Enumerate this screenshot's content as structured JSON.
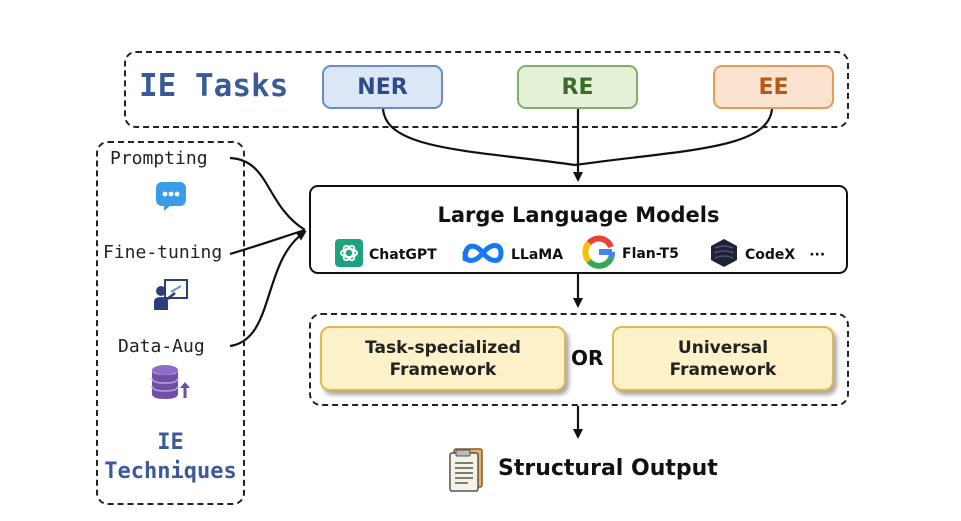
{
  "ie_tasks": {
    "title": "IE Tasks",
    "items": [
      {
        "label": "NER",
        "fill": "#dbe6f7",
        "border": "#6a8ccc",
        "text": "#2d4b8a"
      },
      {
        "label": "RE",
        "fill": "#e3f2d6",
        "border": "#7fb069",
        "text": "#3c6b28"
      },
      {
        "label": "EE",
        "fill": "#fbe3d0",
        "border": "#e89a5c",
        "text": "#b65a18"
      }
    ]
  },
  "ie_techniques": {
    "title_line1": "IE",
    "title_line2": "Techniques",
    "items": [
      {
        "label": "Prompting",
        "icon": "chat-bubble-icon"
      },
      {
        "label": "Fine-tuning",
        "icon": "presentation-board-icon"
      },
      {
        "label": "Data-Aug",
        "icon": "database-up-icon"
      }
    ]
  },
  "llm": {
    "title": "Large Language Models",
    "models": [
      {
        "label": "ChatGPT",
        "icon": "openai-logo-icon"
      },
      {
        "label": "LLaMA",
        "icon": "meta-logo-icon"
      },
      {
        "label": "Flan-T5",
        "icon": "google-logo-icon"
      },
      {
        "label": "CodeX",
        "icon": "codex-logo-icon"
      }
    ],
    "more": "···"
  },
  "frameworks": {
    "left": {
      "line1": "Task-specialized",
      "line2": "Framework"
    },
    "connector": "OR",
    "right": {
      "line1": "Universal",
      "line2": "Framework"
    }
  },
  "output": {
    "label": "Structural Output",
    "icon": "document-stack-icon"
  }
}
